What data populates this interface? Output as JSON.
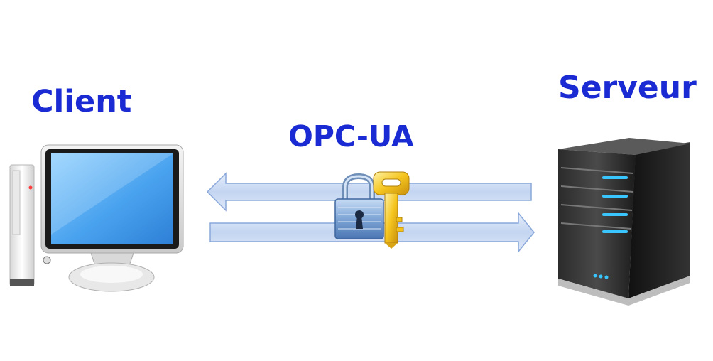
{
  "labels": {
    "client": "Client",
    "server": "Serveur",
    "protocol": "OPC-UA"
  },
  "icons": {
    "client": "desktop-computer-icon",
    "server": "server-tower-icon",
    "lock": "padlock-icon",
    "key": "key-icon",
    "arrow_to_client": "arrow-left-icon",
    "arrow_to_server": "arrow-right-icon"
  },
  "colors": {
    "label": "#1b2bd3",
    "arrow_fill": "#c9d9f3",
    "arrow_stroke": "#7f9fd6",
    "screen": "#4ea7f2",
    "server_led": "#39c6ff",
    "key": "#f2c21b",
    "lock_body": "#6f96c8"
  }
}
